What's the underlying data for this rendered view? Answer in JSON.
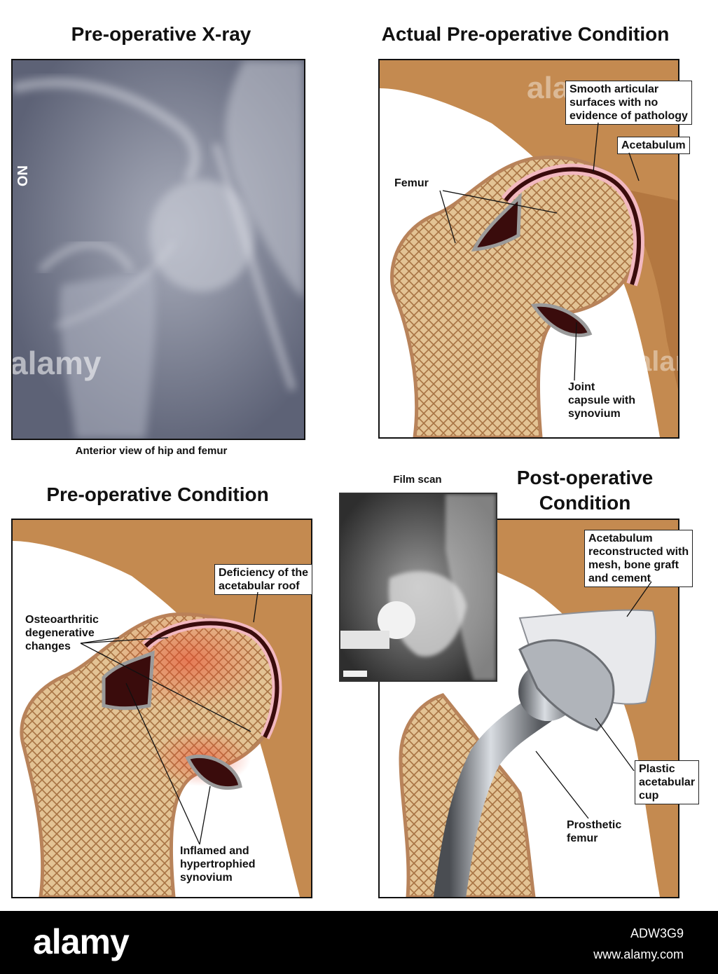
{
  "titles": {
    "xray": "Pre-operative X-ray",
    "actual": "Actual Pre-operative Condition",
    "preop": "Pre-operative",
    "preop2": "Condition",
    "postop1": "Post-operative",
    "postop2": "Condition"
  },
  "captions": {
    "xray": "Anterior view of hip and femur",
    "film": "Film scan"
  },
  "xray_marker": "NO",
  "labels": {
    "smooth": [
      "Smooth articular",
      "surfaces with no",
      "evidence of pathology"
    ],
    "acetabulum": "Acetabulum",
    "femur": "Femur",
    "joint": [
      "Joint",
      "capsule with",
      "synovium"
    ],
    "deficiency": [
      "Deficiency of the",
      "acetabular roof"
    ],
    "osteo": [
      "Osteoarthritic",
      "degenerative",
      "changes"
    ],
    "inflamed": [
      "Inflamed and",
      "hypertrophied",
      "synovium"
    ],
    "reconstructed": [
      "Acetabulum",
      "reconstructed with",
      "mesh, bone graft",
      "and cement"
    ],
    "plastic": [
      "Plastic",
      "acetabular",
      "cup"
    ],
    "prosthetic": [
      "Prosthetic",
      "femur"
    ]
  },
  "footer": {
    "logo": "alamy",
    "id": "ADW3G9",
    "url": "www.alamy.com"
  },
  "colors": {
    "bone": "#d9b382",
    "cortex": "#b8835a",
    "pelvis": "#c48a50",
    "cartilage": "#f2b8c0",
    "cavity": "#3a0c0c",
    "xray": "#6f7488",
    "metal": "#b0b4ba",
    "inflamed": "#e8482a"
  }
}
